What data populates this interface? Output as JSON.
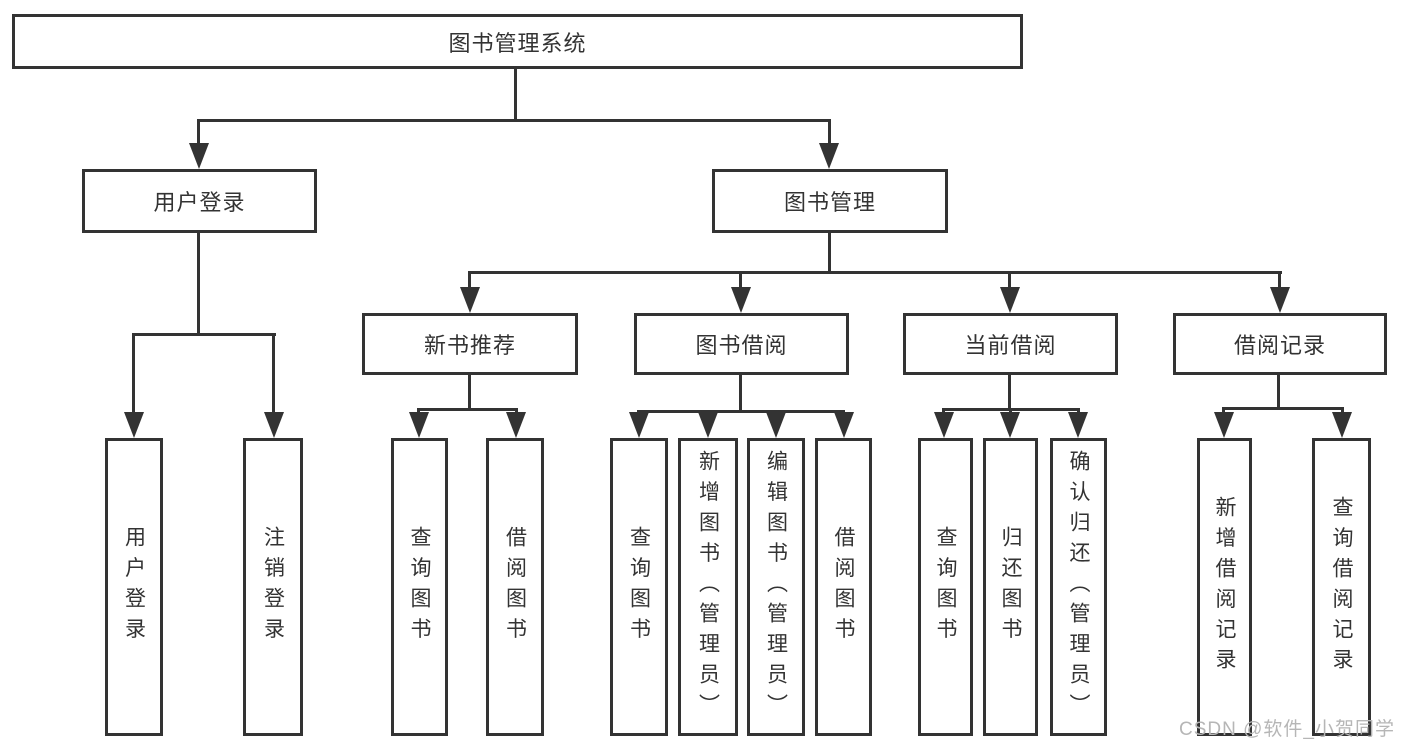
{
  "watermark": "CSDN @软件_小贺同学",
  "colors": {
    "line": "#333333",
    "text": "#333333",
    "background": "#ffffff",
    "watermark": "#b6b6b6"
  },
  "tree": {
    "root": "图书管理系统",
    "user_login": {
      "label": "用户登录",
      "children": {
        "login": "用户登录",
        "logout": "注销登录"
      }
    },
    "book_mgmt": {
      "label": "图书管理",
      "children": {
        "new_book_rec": {
          "label": "新书推荐",
          "children": {
            "query_book": "查询图书",
            "borrow_book": "借阅图书"
          }
        },
        "book_borrow": {
          "label": "图书借阅",
          "children": {
            "query_book": "查询图书",
            "add_book": "新增图书（管理员）",
            "edit_book": "编辑图书（管理员）",
            "borrow_book": "借阅图书"
          }
        },
        "current_borrow": {
          "label": "当前借阅",
          "children": {
            "query_book": "查询图书",
            "return_book": "归还图书",
            "confirm_return": "确认归还（管理员）"
          }
        },
        "borrow_record": {
          "label": "借阅记录",
          "children": {
            "add_record": "新增借阅记录",
            "query_record": "查询借阅记录"
          }
        }
      }
    }
  }
}
